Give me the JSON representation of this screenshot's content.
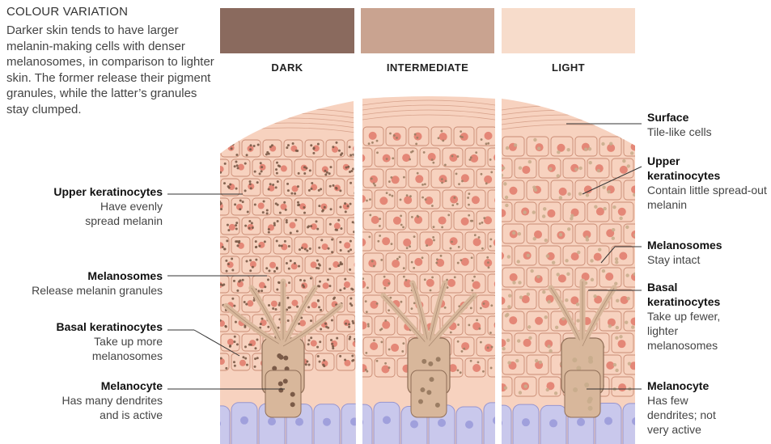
{
  "heading": "COLOUR VARIATION",
  "intro": "Darker skin tends to have larger melanin-making cells with denser melanosomes, in comparison to lighter skin. The former release their pigment granules, while the latter’s granules stay clumped.",
  "swatches": [
    {
      "label": "DARK",
      "color": "#8a6a5e"
    },
    {
      "label": "INTERMEDIATE",
      "color": "#c9a390"
    },
    {
      "label": "LIGHT",
      "color": "#f7dccb"
    }
  ],
  "left_labels": [
    {
      "title": "Upper keratinocytes",
      "desc": "Have evenly spread melanin"
    },
    {
      "title": "Melanosomes",
      "desc": "Release melanin granules"
    },
    {
      "title": "Basal keratinocytes",
      "desc": "Take up more melanosomes"
    },
    {
      "title": "Melanocyte",
      "desc": "Has many dendrites and is active"
    }
  ],
  "right_labels": [
    {
      "title": "Surface",
      "desc": "Tile-like cells"
    },
    {
      "title": "Upper keratinocytes",
      "desc": "Contain little spread-out melanin"
    },
    {
      "title": "Melanosomes",
      "desc": "Stay intact"
    },
    {
      "title": "Basal keratinocytes",
      "desc": "Take up fewer, lighter melanosomes"
    },
    {
      "title": "Melanocyte",
      "desc": "Has few dendrites; not very active"
    }
  ],
  "colors": {
    "cell_fill": "#f7d2bf",
    "cell_stroke": "#c98c74",
    "nucleus": "#e07a6a",
    "melanocyte": "#d8b79b",
    "basal_layer": "#c9c8ec",
    "surface": "#f4ddd0"
  }
}
